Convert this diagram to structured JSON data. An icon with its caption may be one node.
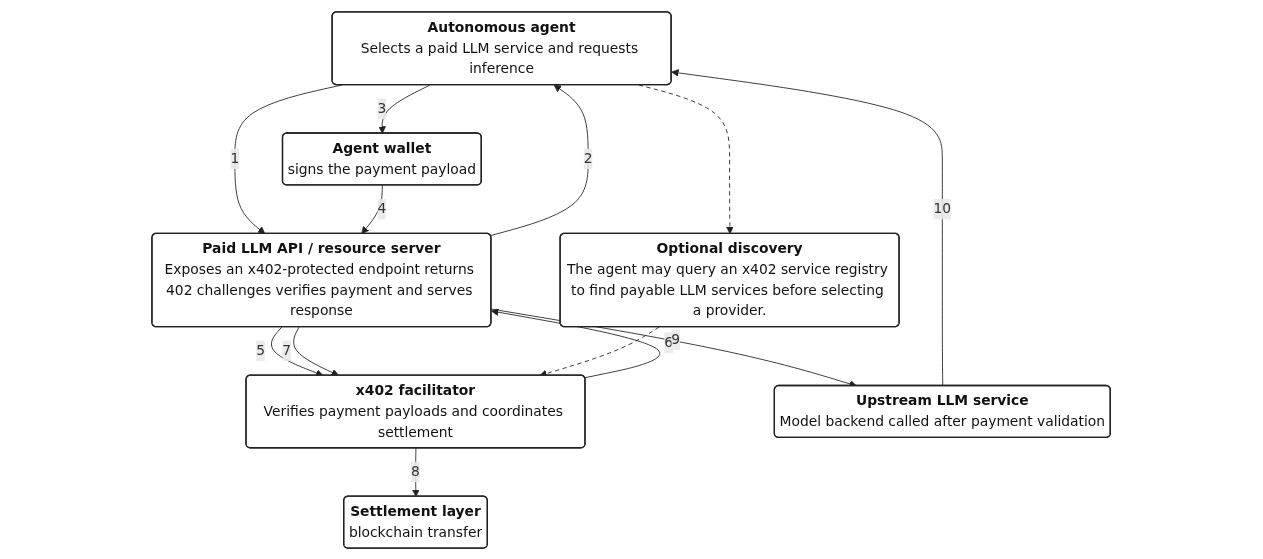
{
  "diagram": {
    "nodes": [
      {
        "text": [
          "Autonomous agent",
          "Selects a paid LLM service and requests inference"
        ]
      },
      {
        "text": [
          "Paid LLM API / resource server",
          "Exposes an x402-protected endpoint returns 402 challenges verifies payment and serves response"
        ]
      },
      {
        "text": [
          "x402 facilitator",
          "Verifies payment payloads and coordinates settlement"
        ]
      },
      {
        "text": [
          "Optional discovery",
          "The agent may query an x402 service registry to find payable LLM services before selecting a provider."
        ]
      },
      {
        "text": [
          "Agent wallet",
          "signs the payment payload"
        ]
      },
      {
        "text": [
          "Upstream LLM service",
          "Model backend called after payment validation"
        ]
      },
      {
        "text": [
          "Settlement layer",
          "blockchain transfer"
        ]
      }
    ],
    "edges": [
      {
        "from": 0,
        "to": 1,
        "arrow": "to",
        "label": "1"
      },
      {
        "from": 1,
        "to": 0,
        "arrow": "to",
        "label": "2"
      },
      {
        "from": 0,
        "to": 4,
        "arrow": "to",
        "label": "3"
      },
      {
        "from": 4,
        "to": 1,
        "arrow": "to",
        "label": "4"
      },
      {
        "from": 1,
        "to": 2,
        "arrow": "to",
        "label": "5"
      },
      {
        "from": 2,
        "to": 1,
        "arrow": "to",
        "label": "6"
      },
      {
        "from": 1,
        "to": 2,
        "arrow": "to",
        "label": "7"
      },
      {
        "from": 2,
        "to": 6,
        "arrow": "to",
        "label": "8"
      },
      {
        "from": 1,
        "to": 5,
        "arrow": "to",
        "label": "9"
      },
      {
        "from": 5,
        "to": 0,
        "arrow": "to",
        "label": "10"
      },
      {
        "from": 0,
        "to": 3,
        "arrow": "to",
        "style": "dashed"
      },
      {
        "from": 3,
        "to": 2,
        "arrow": "to",
        "style": "dashed"
      }
    ]
  }
}
